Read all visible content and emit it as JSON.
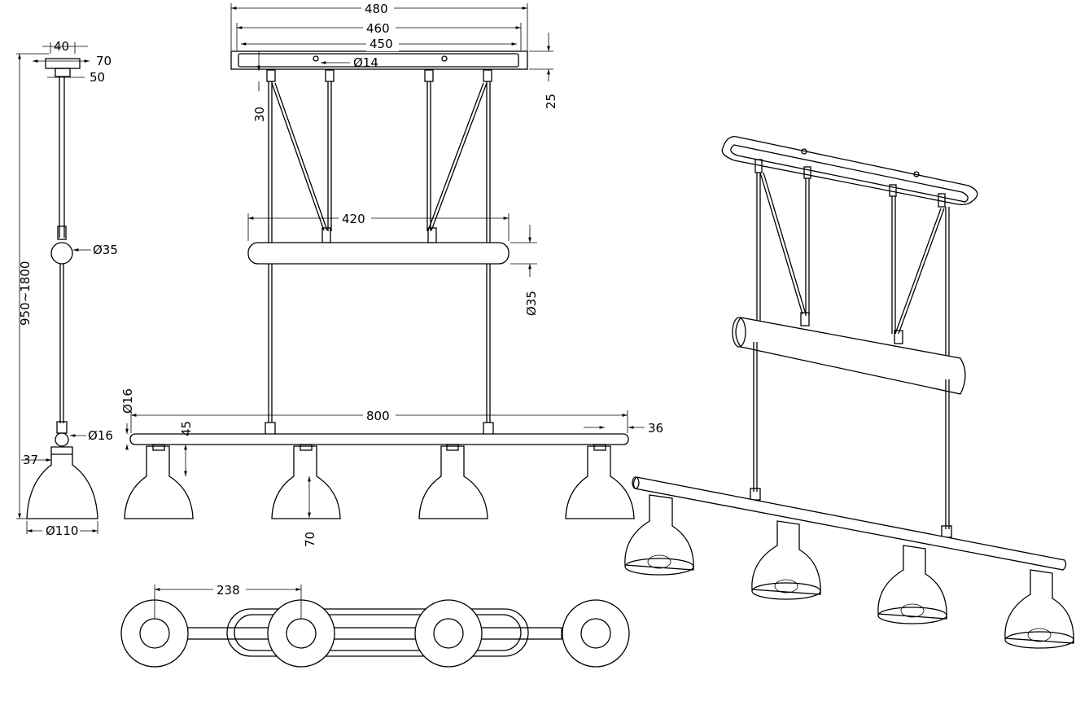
{
  "dimensions": {
    "canopy_length": "480",
    "canopy_inner_length": "460",
    "canopy_mount_length": "450",
    "canopy_hole": "Ø14",
    "canopy_height": "25",
    "canopy_depth_top": "40",
    "canopy_depth": "70",
    "canopy_depth_inner": "50",
    "upper_wire_drop": "30",
    "spreader_length": "420",
    "spreader_diameter": "Ø35",
    "side_ball_diameter": "Ø35",
    "bar_length": "800",
    "bar_diameter": "Ø16",
    "bar_diameter_side": "Ø16",
    "bar_end_offset": "36",
    "shade_neck_height": "45",
    "shade_height": "70",
    "shade_neck_width": "37",
    "shade_diameter": "Ø110",
    "overall_height": "950~1800",
    "shade_spacing": "238"
  }
}
